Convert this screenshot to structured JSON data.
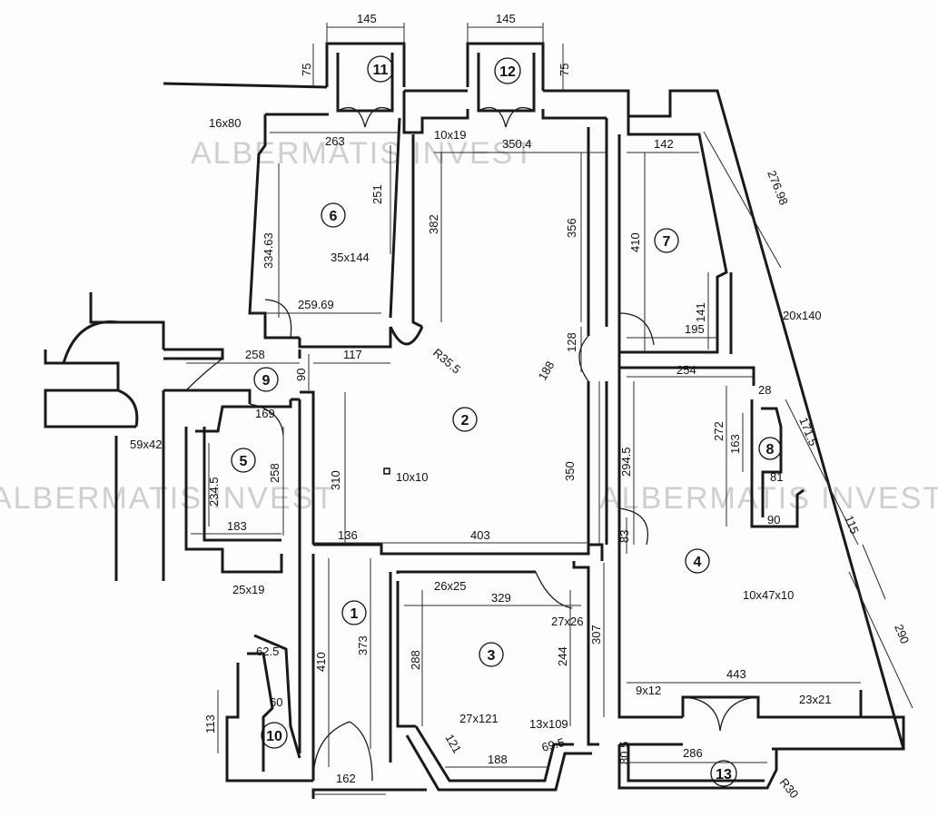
{
  "watermark": "ALBERMATIS INVEST",
  "rooms": [
    {
      "id": "1",
      "label": "1"
    },
    {
      "id": "2",
      "label": "2"
    },
    {
      "id": "3",
      "label": "3"
    },
    {
      "id": "4",
      "label": "4"
    },
    {
      "id": "5",
      "label": "5"
    },
    {
      "id": "6",
      "label": "6"
    },
    {
      "id": "7",
      "label": "7"
    },
    {
      "id": "8",
      "label": "8"
    },
    {
      "id": "9",
      "label": "9"
    },
    {
      "id": "10",
      "label": "10"
    },
    {
      "id": "11",
      "label": "11"
    },
    {
      "id": "12",
      "label": "12"
    },
    {
      "id": "13",
      "label": "13"
    }
  ],
  "dimensions": [
    "145",
    "145",
    "75",
    "75",
    "16x80",
    "263",
    "10x19",
    "350.4",
    "142",
    "276.98",
    "251",
    "382",
    "356",
    "410",
    "334.63",
    "35x144",
    "141",
    "20x140",
    "259.69",
    "195",
    "258",
    "117",
    "90",
    "R35.5",
    "128",
    "188",
    "254",
    "28",
    "169",
    "272",
    "163",
    "171.5",
    "59x42",
    "258",
    "234.5",
    "310",
    "10x10",
    "350",
    "294.5",
    "81",
    "115",
    "90",
    "183",
    "136",
    "403",
    "83",
    "25x19",
    "26x25",
    "329",
    "27x26",
    "10x47x10",
    "62.5",
    "288",
    "244",
    "307",
    "410",
    "373",
    "443",
    "290",
    "60",
    "9x12",
    "23x21",
    "113",
    "27x121",
    "13x109",
    "121",
    "188",
    "69.5",
    "286",
    "80.5",
    "162",
    "R30"
  ]
}
